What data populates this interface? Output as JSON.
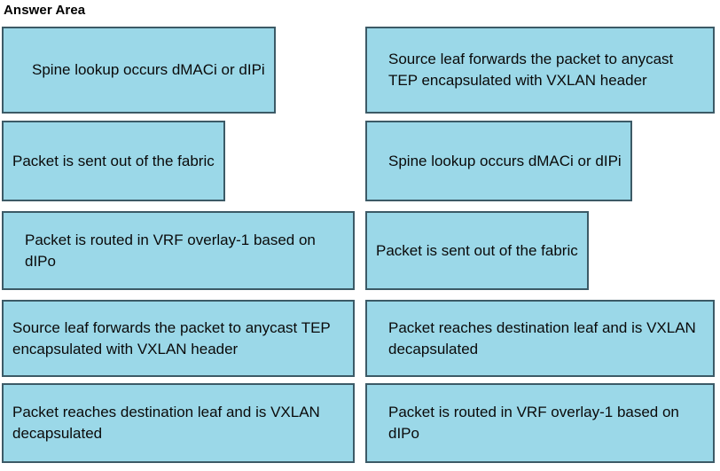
{
  "page": {
    "title": "Answer Area"
  },
  "style": {
    "box_fill": "#9BD8E8",
    "box_border": "#3C5A66",
    "text_color": "#000000",
    "background": "#FFFFFF"
  },
  "answer_area": {
    "columns": [
      {
        "name": "left-column",
        "boxes": [
          {
            "label": "Spine lookup occurs dMACi or dIPi"
          },
          {
            "label": "Packet is sent out of the fabric"
          },
          {
            "label": "Packet is routed in VRF overlay-1 based on dIPo"
          },
          {
            "label": "Source leaf forwards the packet to anycast TEP encapsulated with VXLAN header"
          },
          {
            "label": "Packet reaches destination leaf and is VXLAN decapsulated"
          }
        ]
      },
      {
        "name": "right-column",
        "boxes": [
          {
            "label": "Source leaf forwards the packet to anycast TEP encapsulated with VXLAN header"
          },
          {
            "label": "Spine lookup occurs dMACi or dIPi"
          },
          {
            "label": "Packet is sent out of the fabric"
          },
          {
            "label": "Packet reaches destination leaf and is VXLAN decapsulated"
          },
          {
            "label": "Packet is routed in VRF overlay-1 based on dIPo"
          }
        ]
      }
    ]
  }
}
